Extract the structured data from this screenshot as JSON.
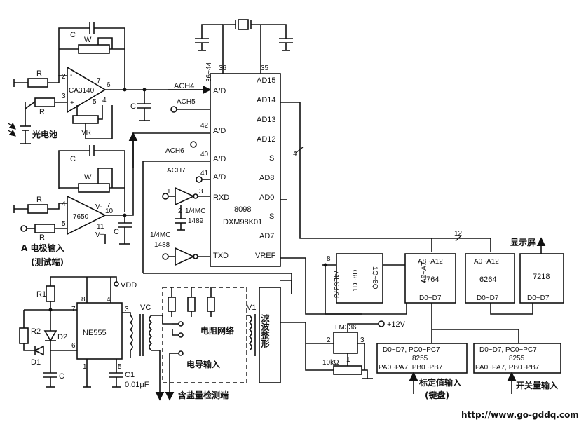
{
  "labels": {
    "cap": "C",
    "w": "W",
    "r": "R",
    "vr": "VR",
    "opamp1": "CA3140",
    "opamp2": "7650",
    "pin2": "2",
    "pin3": "3",
    "pin4": "4",
    "pin5": "5",
    "pin6": "6",
    "pin7": "7",
    "pin10": "10",
    "pin11": "11",
    "vminus": "V-",
    "vplus": "V+",
    "photocell": "光电池",
    "electrode_input": "A 电极输入",
    "test_end": "(测试端)",
    "ach4": "ACH4",
    "ach5": "ACH5",
    "ach6": "ACH6",
    "ach7": "ACH7",
    "pins_36_44": "36~44",
    "pin36": "36",
    "pin35": "35",
    "pin42": "42",
    "pin40": "40",
    "pin41": "41",
    "ad": "A/D",
    "ad15": "AD15",
    "ad14": "AD14",
    "ad13": "AD13",
    "ad12": "AD12",
    "s": "S",
    "ad8": "AD8",
    "ad0": "AD0",
    "ad7": "AD7",
    "vref": "VREF",
    "rxd": "RXD",
    "txd": "TXD",
    "mcu1": "8098",
    "mcu2": "DXM98K01",
    "gate1": "1/4MC",
    "gate1b": "1489",
    "gate2": "1/4MC",
    "gate2b": "1488",
    "g1": "1",
    "g2": "2",
    "g3": "3",
    "bus4": "4",
    "bus12": "12",
    "bus8": "8",
    "latch": "74LS373",
    "latch_in": "1D~8D",
    "latch_out": "1Q~8Q",
    "eprom": "2764",
    "eprom_addr_hi": "A8~A12",
    "eprom_addr_lo": "A0~A7",
    "eprom_data": "D0~D7",
    "ram": "6264",
    "ram_addr": "A0~A12",
    "ram_data": "D0~D7",
    "disp": "7218",
    "disp_data": "D0~D7",
    "display": "显示屏",
    "r1": "R1",
    "r2": "R2",
    "d1": "D1",
    "d2": "D2",
    "vdd": "VDD",
    "timer": "NE555",
    "n8": "8",
    "n4": "4",
    "n7": "7",
    "n3": "3",
    "n6": "6",
    "n1": "1",
    "n5": "5",
    "vc": "VC",
    "c1": "C1",
    "c1val": "0.01μF",
    "resistor_network": "电阻网络",
    "conductance_input": "电导输入",
    "salt_test": "含盐量检测端",
    "v1": "V1",
    "filter": "滤波整形",
    "plus12": "+12V",
    "lm336": "LM336",
    "lm2": "2",
    "lm3": "3",
    "lm1": "1",
    "pot10k": "10kΩ",
    "ppi1_top": "D0~D7, PC0~PC7",
    "ppi1_mid": "8255",
    "ppi1_bot": "PA0~PA7, PB0~PB7",
    "ppi2_top": "D0~D7, PC0~PC7",
    "ppi2_mid": "8255",
    "ppi2_bot": "PA0~PA7, PB0~PB7",
    "cal_input": "标定值输入",
    "keyboard": "(键盘)",
    "switch_input": "开关量输入",
    "url": "http://www.go-gddq.com"
  }
}
